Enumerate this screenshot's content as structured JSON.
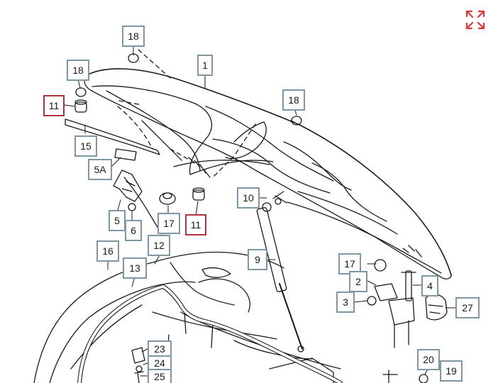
{
  "diagram": {
    "accent_color": "#d43a3a",
    "callout_border_color": "#7d98a3",
    "highlight_border_color": "#b0323a",
    "expand_icon": "expand-arrows-icon",
    "callouts": [
      {
        "label": "18",
        "highlighted": false
      },
      {
        "label": "1",
        "highlighted": false
      },
      {
        "label": "18",
        "highlighted": false
      },
      {
        "label": "11",
        "highlighted": true
      },
      {
        "label": "18",
        "highlighted": false
      },
      {
        "label": "15",
        "highlighted": false
      },
      {
        "label": "5A",
        "highlighted": false
      },
      {
        "label": "10",
        "highlighted": false
      },
      {
        "label": "5",
        "highlighted": false
      },
      {
        "label": "6",
        "highlighted": false
      },
      {
        "label": "17",
        "highlighted": false
      },
      {
        "label": "11",
        "highlighted": true
      },
      {
        "label": "12",
        "highlighted": false
      },
      {
        "label": "16",
        "highlighted": false
      },
      {
        "label": "9",
        "highlighted": false
      },
      {
        "label": "13",
        "highlighted": false
      },
      {
        "label": "17",
        "highlighted": false
      },
      {
        "label": "2",
        "highlighted": false
      },
      {
        "label": "4",
        "highlighted": false
      },
      {
        "label": "3",
        "highlighted": false
      },
      {
        "label": "27",
        "highlighted": false
      },
      {
        "label": "23",
        "highlighted": false
      },
      {
        "label": "24",
        "highlighted": false
      },
      {
        "label": "25",
        "highlighted": false
      },
      {
        "label": "20",
        "highlighted": false
      },
      {
        "label": "19",
        "highlighted": false
      }
    ]
  }
}
